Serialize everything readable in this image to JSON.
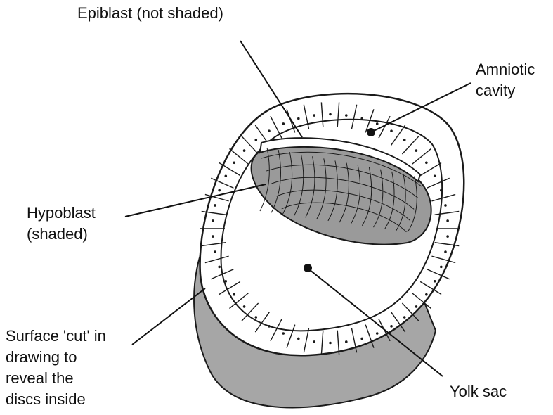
{
  "labels": {
    "epiblast": "Epiblast (not shaded)",
    "amniotic": [
      "Amniotic",
      "cavity"
    ],
    "hypoblast": [
      "Hypoblast",
      "(shaded)"
    ],
    "surface": [
      "Surface 'cut' in",
      "drawing to",
      "reveal the",
      "discs inside"
    ],
    "yolk": "Yolk sac"
  },
  "colors": {
    "stroke": "#1a1a1a",
    "cut_surface": "#a6a6a6",
    "hypoblast": "#9a9a9a",
    "cell_fill": "#ffffff"
  }
}
